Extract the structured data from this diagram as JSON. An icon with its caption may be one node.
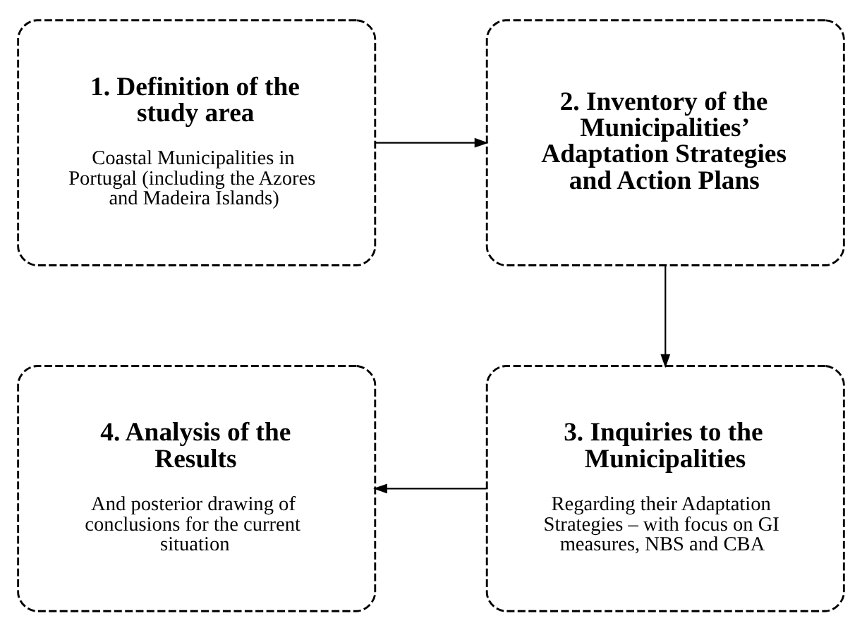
{
  "diagram": {
    "nodes": [
      {
        "text": [
          "1. Definition of the study area",
          "Coastal Municipalities in Portugal (including the Azores and Madeira Islands)"
        ]
      },
      {
        "text": [
          "2. Inventory of the Municipalities’ Adaptation Strategies and Action Plans"
        ]
      },
      {
        "text": [
          "3. Inquiries to the Municipalities",
          "Regarding their Adaptation Strategies – with focus on GI measures, NBS and CBA"
        ]
      },
      {
        "text": [
          "4. Analysis of the Results",
          "And posterior drawing of conclusions for the current situation"
        ]
      }
    ],
    "edges": [
      {
        "from": 0,
        "to": 1,
        "arrow": "to"
      },
      {
        "from": 1,
        "to": 2,
        "arrow": "to"
      },
      {
        "from": 2,
        "to": 3,
        "arrow": "to"
      }
    ]
  }
}
